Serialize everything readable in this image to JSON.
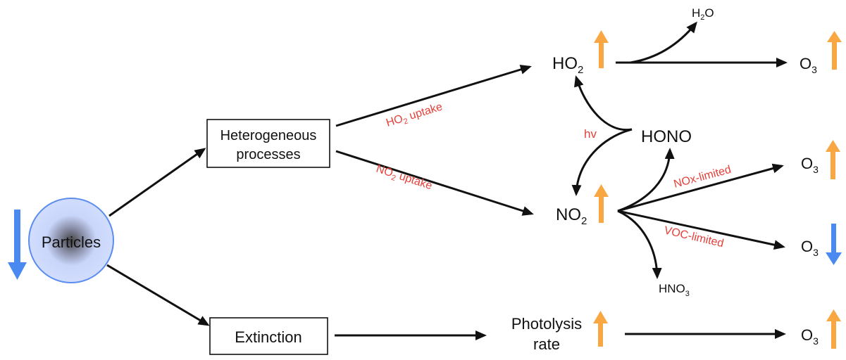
{
  "colors": {
    "increase": "#f9a742",
    "decrease": "#4a8af0",
    "process_label": "#e5403a",
    "particle_fill": "#c9d6fb",
    "particle_stroke": "#5b8def"
  },
  "nodes": {
    "particles": "Particles",
    "heterogeneous": [
      "Heterogeneous",
      "processes"
    ],
    "extinction": "Extinction",
    "photolysis": [
      "Photolysis",
      "rate"
    ],
    "ho2": {
      "base": "HO",
      "sub": "2"
    },
    "no2": {
      "base": "NO",
      "sub": "2"
    },
    "hono": "HONO",
    "h2o": {
      "base": "H",
      "sub": "2",
      "tail": "O"
    },
    "hno3": {
      "base": "HNO",
      "sub": "3"
    },
    "o3": {
      "base": "O",
      "sub": "3"
    }
  },
  "edge_labels": {
    "ho2_uptake": {
      "base": "HO",
      "sub": "2",
      "tail": " uptake"
    },
    "no2_uptake": {
      "base": "NO",
      "sub": "2",
      "tail": " uptake"
    },
    "hv": "hv",
    "nox_limited": "NOx-limited",
    "voc_limited": "VOC-limited"
  },
  "trends": {
    "particles": "decrease",
    "ho2": "increase",
    "no2": "increase",
    "photolysis": "increase",
    "o3_from_ho2": "increase",
    "o3_nox_limited": "increase",
    "o3_voc_limited": "decrease",
    "o3_photolysis": "increase"
  }
}
